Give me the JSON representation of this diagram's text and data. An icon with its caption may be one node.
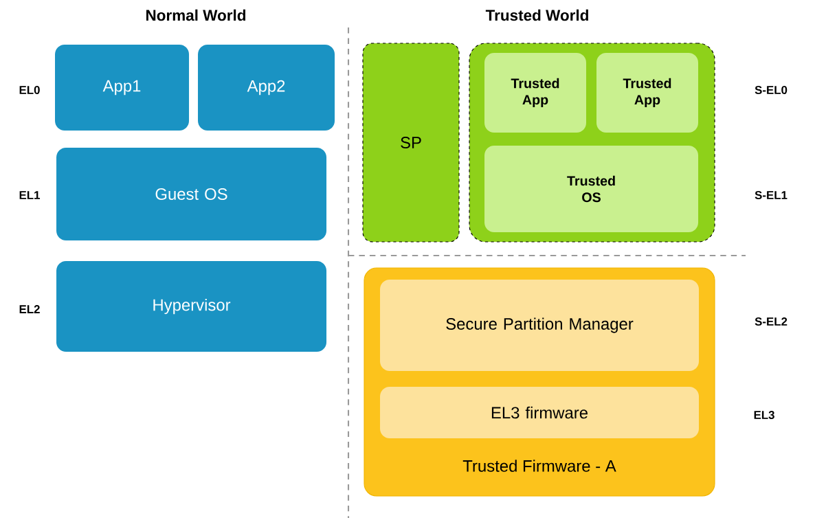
{
  "diagram": {
    "nodes": [
      {
        "text": [
          "App1"
        ]
      },
      {
        "text": [
          "App2"
        ]
      },
      {
        "text": [
          "Guest OS"
        ]
      },
      {
        "text": [
          "Hypervisor"
        ]
      },
      {
        "text": [
          "SP"
        ]
      },
      {
        "text": [],
        "shape": "box"
      },
      {
        "text": [
          "Trusted App"
        ],
        "in": 5
      },
      {
        "text": [
          "Trusted App"
        ],
        "in": 5
      },
      {
        "text": [
          "Trusted OS"
        ],
        "in": 5
      },
      {
        "text": [
          "Trusted Firmware - A"
        ]
      },
      {
        "text": [
          "Secure Partition Manager"
        ],
        "in": 9
      },
      {
        "text": [
          "EL3 firmware"
        ],
        "in": 9
      }
    ],
    "labels": [
      "Normal World",
      "Trusted World",
      "EL0",
      "S-EL0",
      "EL1",
      "S-EL1",
      "EL2",
      "S-EL2",
      "EL3"
    ]
  }
}
